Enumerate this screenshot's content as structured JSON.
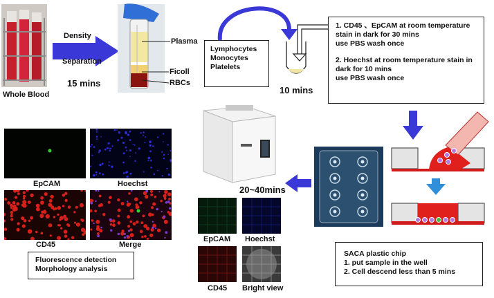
{
  "whole_blood": {
    "label": "Whole Blood"
  },
  "density": {
    "line1": "Density",
    "line2": "Separation",
    "time": "15 mins"
  },
  "tube_layers": {
    "plasma": "Plasma",
    "ficoll": "Ficoll",
    "rbcs": "RBCs"
  },
  "cells_box": {
    "line1": "Lymphocytes",
    "line2": "Monocytes",
    "line3": "Platelets"
  },
  "stain_time": "10 mins",
  "stain_box": {
    "step1_line1": "1. CD45 、EpCAM at room temperature",
    "step1_line2": "stain in dark for 30 mins",
    "step1_line3": "use PBS wash once",
    "step2_line1": "2. Hoechst at room temperature stain in",
    "step2_line2": "dark for 10 mins",
    "step2_line3": "use PBS wash once"
  },
  "instrument_time": "20~40mins",
  "left_panels": {
    "epcam": "EpCAM",
    "hoechst": "Hoechst",
    "cd45": "CD45",
    "merge": "Merge"
  },
  "analysis_box": {
    "line1": "Fluorescence detection",
    "line2": "Morphology analysis"
  },
  "small_panels": {
    "epcam": "EpCAM",
    "hoechst": "Hoechst",
    "cd45": "CD45",
    "bright": "Bright view"
  },
  "chip_box": {
    "title": "SACA plastic chip",
    "item1": "1.   put sample in the well",
    "item2": "2.   Cell descend less than 5 mins"
  },
  "colors": {
    "arrow_blue": "#3a38d6",
    "arrow_light_blue": "#2f8fd8",
    "sample_red": "#e0201c"
  }
}
